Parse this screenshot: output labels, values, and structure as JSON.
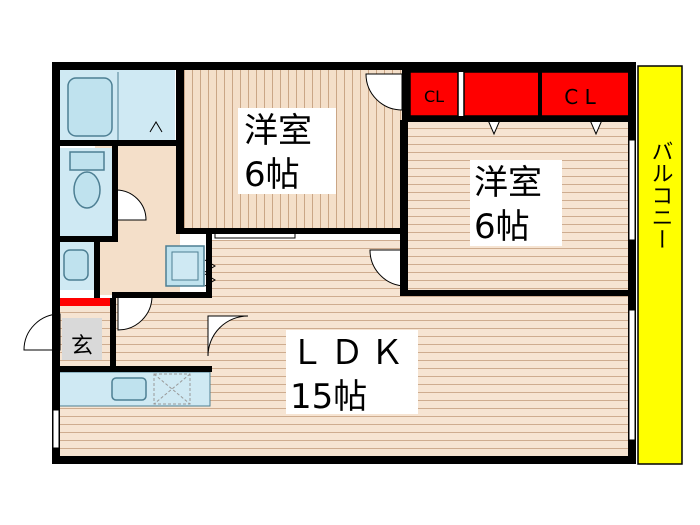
{
  "rooms": {
    "western_room_1": {
      "name": "洋室",
      "size": "6帖"
    },
    "western_room_2": {
      "name": "洋室",
      "size": "6帖"
    },
    "ldk": {
      "name": "ＬＤＫ",
      "size": "15帖"
    }
  },
  "closets": {
    "label_small": "CL",
    "label_large": "C L"
  },
  "balcony": {
    "label": "バルコニー"
  },
  "entrance": {
    "label": "玄"
  },
  "colors": {
    "wall": "#000000",
    "floor_wood": "#f4dfc9",
    "floor_light": "#fbeee2",
    "wet_area": "#cfe9f3",
    "closet": "#ff0000",
    "balcony": "#ffff00",
    "entrance_floor": "#d9d9d9"
  }
}
